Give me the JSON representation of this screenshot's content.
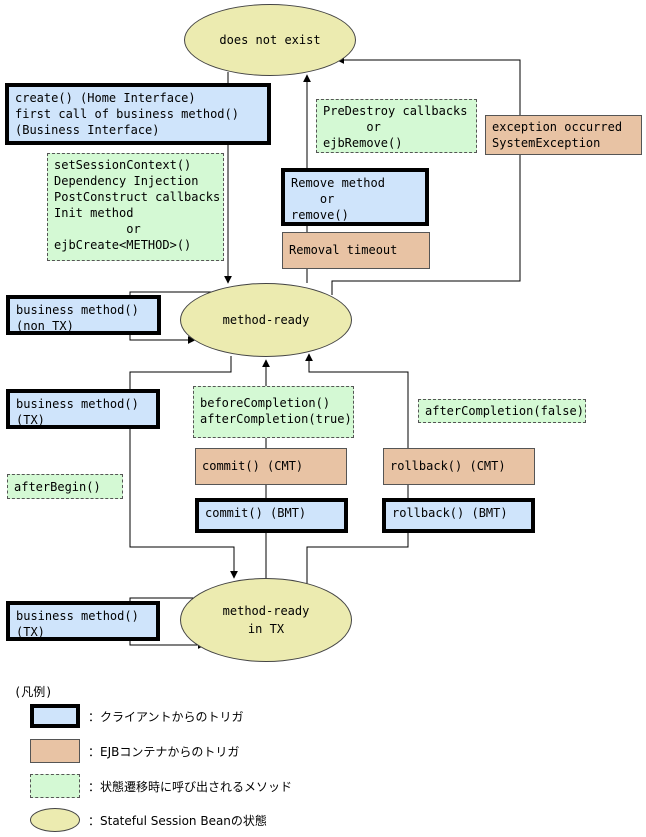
{
  "states": {
    "does_not_exist": "does not exist",
    "method_ready": "method-ready",
    "method_ready_in_tx": "method-ready\nin TX"
  },
  "client_triggers": {
    "create": "create() (Home Interface)\nfirst call of business method()\n(Business Interface)",
    "remove": "Remove method\n    or\nremove()",
    "business_non_tx": "business method()\n(non TX)",
    "business_tx_1": "business method()\n(TX)",
    "commit_bmt": "commit() (BMT)",
    "rollback_bmt": "rollback() (BMT)",
    "business_tx_2": "business method()\n(TX)"
  },
  "container_triggers": {
    "exception": "exception occurred\nSystemException",
    "removal_timeout": "Removal timeout",
    "commit_cmt": "commit() (CMT)",
    "rollback_cmt": "rollback() (CMT)"
  },
  "callbacks": {
    "predestroy": "PreDestroy callbacks\n      or\nejbRemove()",
    "create_callbacks": "setSessionContext()\nDependency Injection\nPostConstruct callbacks\nInit method\n          or\nejbCreate<METHOD>()",
    "completion_true": "beforeCompletion()\nafterCompletion(true)",
    "completion_false": "afterCompletion(false)",
    "after_begin": "afterBegin()"
  },
  "legend": {
    "title": "(凡例)",
    "client": "：クライアントからのトリガ",
    "container": "：EJBコンテナからのトリガ",
    "callback": "：状態遷移時に呼び出されるメソッド",
    "state": "：Stateful Session Beanの状態"
  }
}
